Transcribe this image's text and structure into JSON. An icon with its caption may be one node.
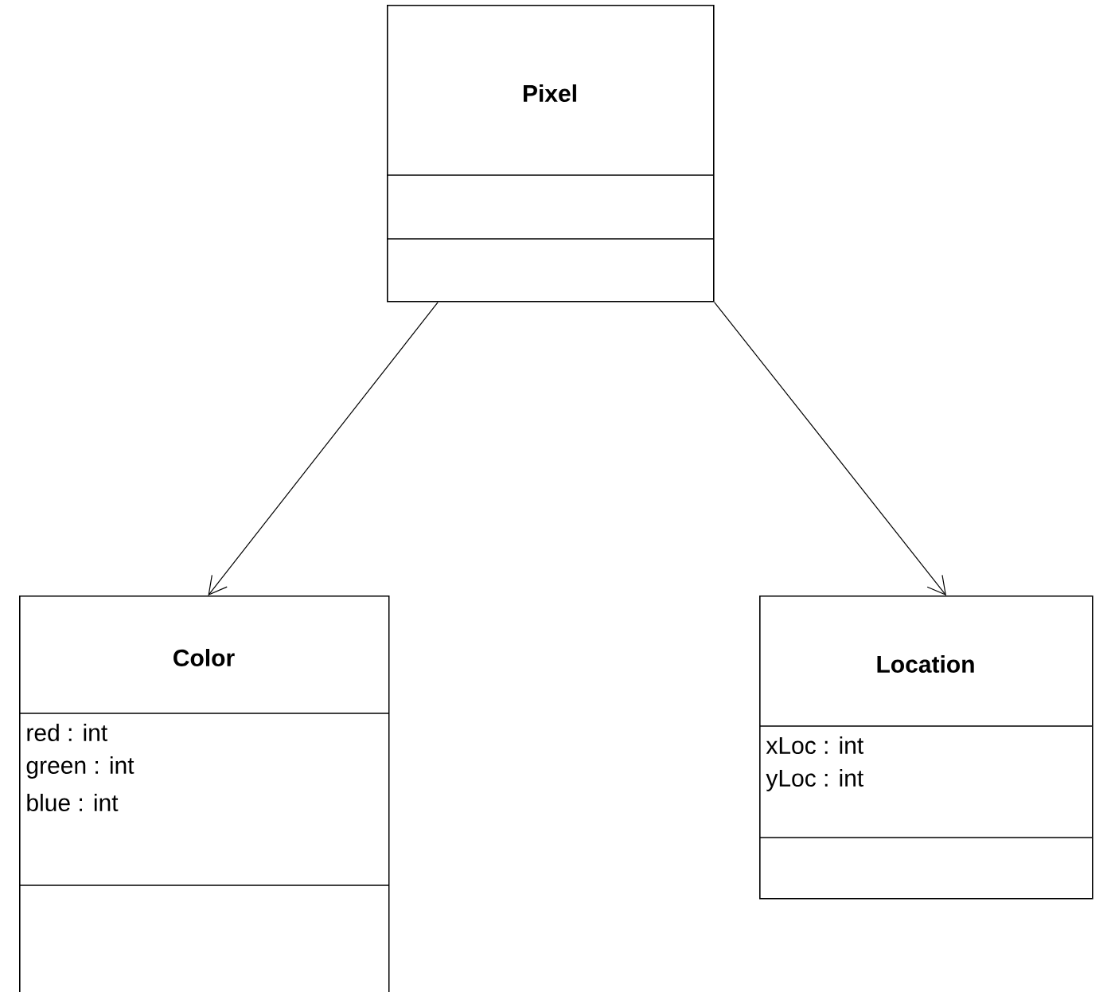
{
  "diagram": {
    "nodes": [
      {
        "text": [
          "Pixel"
        ]
      },
      {
        "text": [
          "Color",
          "red : int",
          "green : int",
          "blue : int"
        ]
      },
      {
        "text": [
          "Location",
          "xLoc : int",
          "yLoc : int"
        ]
      }
    ],
    "edges": [
      {
        "from": 0,
        "to": 1,
        "arrow": "to"
      },
      {
        "from": 0,
        "to": 2,
        "arrow": "to"
      }
    ]
  }
}
